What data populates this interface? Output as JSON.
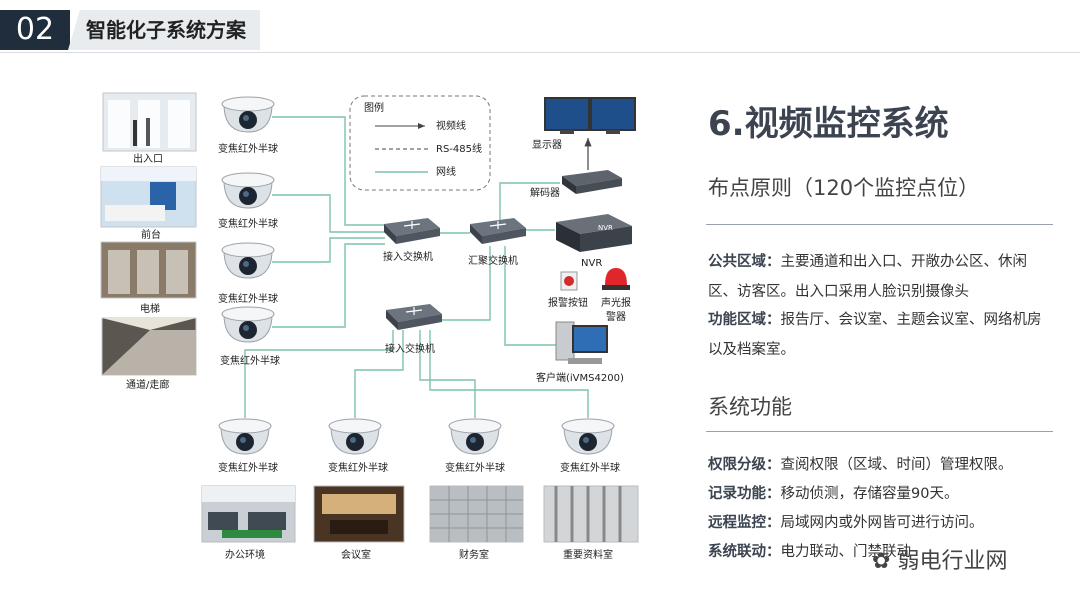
{
  "header": {
    "number": "02",
    "title": "智能化子系统方案"
  },
  "legend": {
    "title": "图例",
    "items": [
      {
        "label": "视频线",
        "style": "arrow"
      },
      {
        "label": "RS-485线",
        "style": "dashed"
      },
      {
        "label": "网线",
        "style": "solid-green"
      }
    ]
  },
  "areas": {
    "left": [
      "出入口",
      "前台",
      "电梯",
      "通道/走廊"
    ],
    "bottom": [
      "办公环境",
      "会议室",
      "财务室",
      "重要资料室"
    ]
  },
  "devices": {
    "camera": "变焦红外半球",
    "access_switch": "接入交换机",
    "core_switch": "汇聚交换机",
    "display": "显示器",
    "decoder": "解码器",
    "nvr_panel": "NVR",
    "nvr_label": "NVR",
    "alarm_button": "报警按钮",
    "siren_line1": "声光报",
    "siren_line2": "警器",
    "client": "客户端(iVMS4200)"
  },
  "section": {
    "title": "6.视频监控系统",
    "subtitle1": "布点原则（120个监控点位）",
    "p1_label": "公共区域：",
    "p1_text": "主要通道和出入口、开敞办公区、休闲区、访客区。出入口采用人脸识别摄像头",
    "p2_label": "功能区域：",
    "p2_text": "报告厅、会议室、主题会议室、网络机房以及档案室。",
    "subtitle2": "系统功能",
    "f1_label": "权限分级：",
    "f1_text": "查阅权限（区域、时间）管理权限。",
    "f2_label": "记录功能：",
    "f2_text": "移动侦测，存储容量90天。",
    "f3_label": "远程监控：",
    "f3_text": "局域网内或外网皆可进行访问。",
    "f4_label": "系统联动：",
    "f4_text": "电力联动、门禁联动"
  },
  "watermark": "​弱电行业网"
}
